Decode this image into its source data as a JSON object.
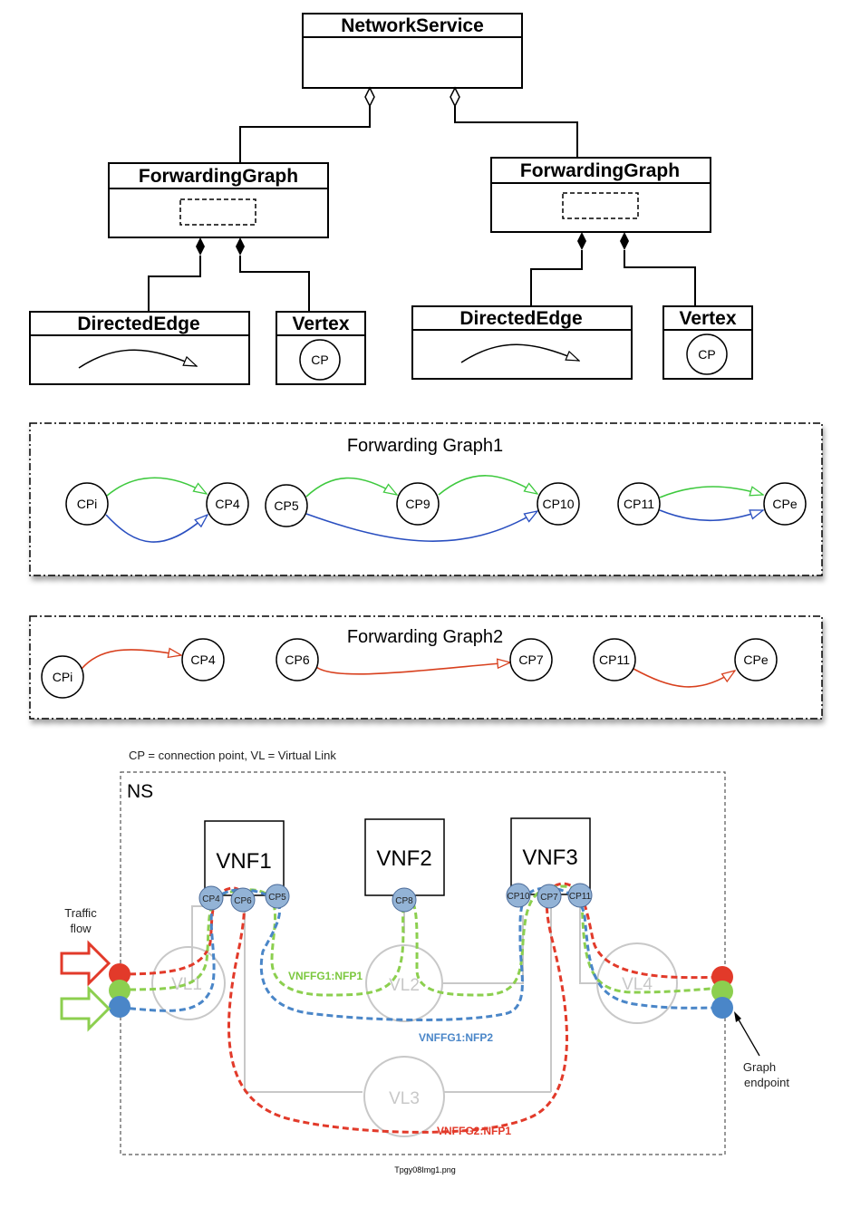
{
  "uml": {
    "network_service": "NetworkService",
    "fg_left_title": "ForwardingGraph",
    "fg_right_title": "ForwardingGraph",
    "directed_edge_left": "DirectedEdge",
    "directed_edge_right": "DirectedEdge",
    "vertex_left": "Vertex",
    "vertex_right": "Vertex",
    "vertex_cp_left": "CP",
    "vertex_cp_right": "CP"
  },
  "fg1": {
    "title": "Forwarding Graph1",
    "nodes": [
      "CPi",
      "CP4",
      "CP5",
      "CP9",
      "CP10",
      "CP11",
      "CPe"
    ],
    "colors": {
      "green": "#3ec93e",
      "blue": "#2a4fc0"
    }
  },
  "fg2": {
    "title": "Forwarding Graph2",
    "nodes": [
      "CPi",
      "CP4",
      "CP6",
      "CP7",
      "CP11",
      "CPe"
    ],
    "colors": {
      "red": "#d8401e"
    }
  },
  "ns": {
    "legend": "CP = connection point, VL = Virtual Link",
    "label": "NS",
    "vnfs": [
      "VNF1",
      "VNF2",
      "VNF3"
    ],
    "vls": [
      "VL1",
      "VL2",
      "VL3",
      "VL4"
    ],
    "cps": [
      "CP4",
      "CP6",
      "CP5",
      "CP8",
      "CP10",
      "CP7",
      "CP11"
    ],
    "traffic_flow": [
      "Traffic",
      "flow"
    ],
    "graph_endpoint": [
      "Graph",
      "endpoint"
    ],
    "path_labels": {
      "nfp1": "VNFFG1:NFP1",
      "nfp2": "VNFFG1:NFP2",
      "nfp3": "VNFFG2:NFP1"
    },
    "colors": {
      "red": "#e23a2a",
      "green": "#8ccf4f",
      "blue": "#4a86c8",
      "cp_fill": "#93b3d6"
    }
  },
  "caption": "Tpgy08Img1.png"
}
